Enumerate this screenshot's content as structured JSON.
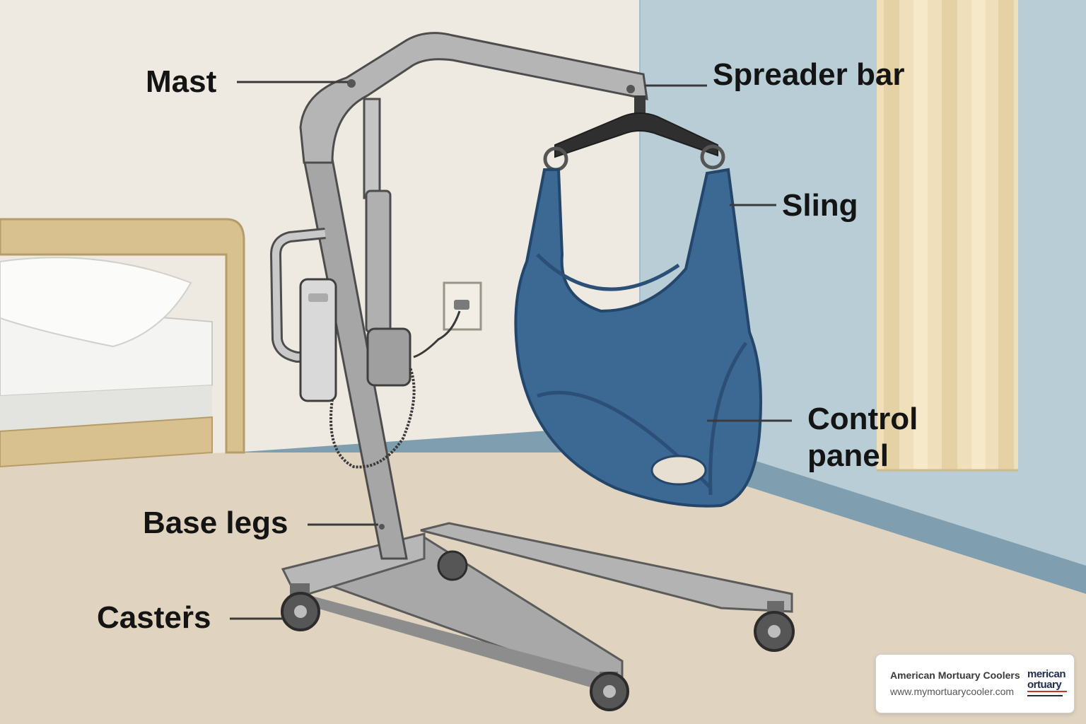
{
  "labels": {
    "mast": "Mast",
    "spreader_bar": "Spreader bar",
    "sling": "Sling",
    "control_panel": "Control panel",
    "base_legs": "Base legs",
    "casters": "Casteṙs"
  },
  "watermark": {
    "company": "American Mortuary Coolers",
    "url": "www.mymortuarycooler.com",
    "logo_text_top": "merican",
    "logo_text_bottom": "ortuary"
  },
  "colors": {
    "wall": "#efeae1",
    "wall_blue": "#b8cdd6",
    "floor": "#e0d3bf",
    "metal": "#9a9a9a",
    "sling": "#3c6894",
    "bed_wood": "#d8c08f",
    "curtain": "#efe0bb",
    "label_text": "#141414"
  }
}
